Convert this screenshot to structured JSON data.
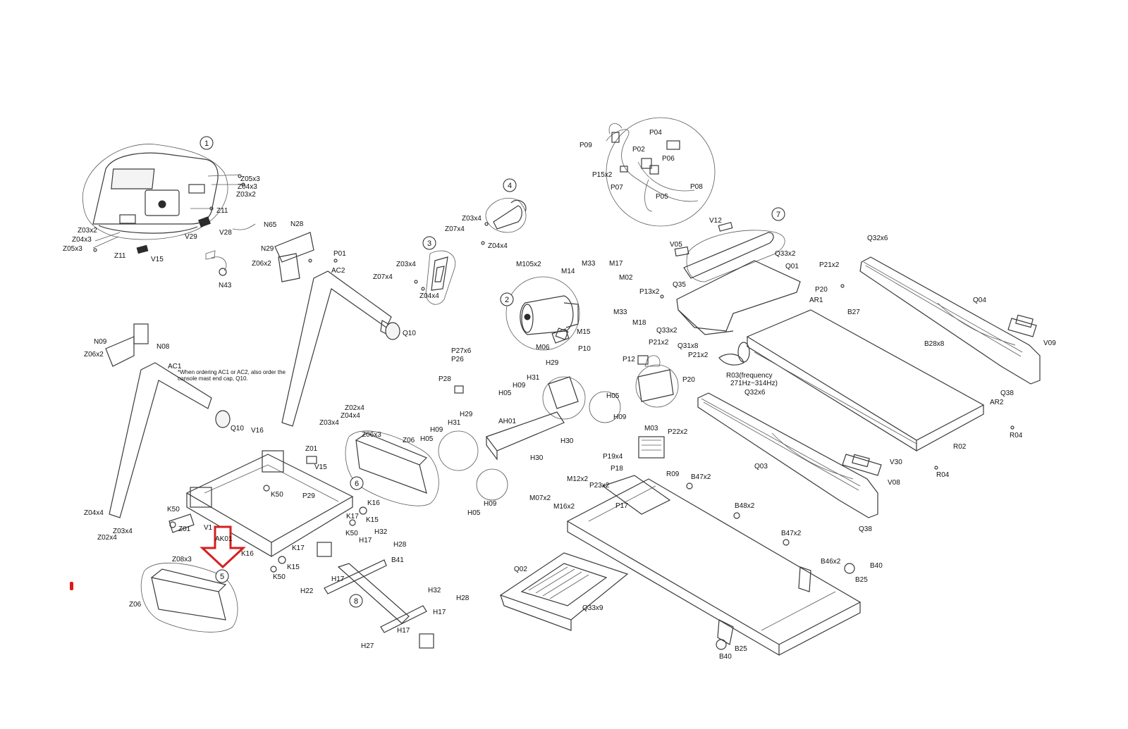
{
  "callouts": [
    {
      "id": "1",
      "text": "1"
    },
    {
      "id": "2",
      "text": "2"
    },
    {
      "id": "3",
      "text": "3"
    },
    {
      "id": "4",
      "text": "4"
    },
    {
      "id": "5",
      "text": "5"
    },
    {
      "id": "6",
      "text": "6"
    },
    {
      "id": "7",
      "text": "7"
    },
    {
      "id": "8",
      "text": "8"
    }
  ],
  "labels": {
    "Z05x3_a": "Z05x3",
    "Z04x3_a": "Z04x3",
    "Z03x2_a": "Z03x2",
    "Z11_a": "Z11",
    "N65": "N65",
    "V28": "V28",
    "V29": "V29",
    "Z03x2_b": "Z03x2",
    "Z04x3_b": "Z04x3",
    "Z05x3_b": "Z05x3",
    "Z11_b": "Z11",
    "V15_a": "V15",
    "N43": "N43",
    "N28": "N28",
    "N29": "N29",
    "Z06x2_a": "Z06x2",
    "P01": "P01",
    "AC2": "AC2",
    "Q10_a": "Q10",
    "N09": "N09",
    "N08": "N08",
    "Z06x2_b": "Z06x2",
    "AC1": "AC1",
    "note1": "*When ordering AC1 or AC2, also order the",
    "note2": "console mast end cap, Q10.",
    "Q10_b": "Q10",
    "V16": "V16",
    "Z02x4_a": "Z02x4",
    "Z04x4_a": "Z04x4",
    "Z03x4_a": "Z03x4",
    "Z01_a": "Z01",
    "V15_b": "V15",
    "K50_a": "K50",
    "P29": "P29",
    "K16_a": "K16",
    "K17_a": "K17",
    "K15_a": "K15",
    "K50_b": "K50",
    "Z04x4_b": "Z04x4",
    "Z03x4_b": "Z03x4",
    "Z02x4_b": "Z02x4",
    "Z01_b": "Z01",
    "V1": "V1",
    "AK01": "AK01",
    "K17_b": "K17",
    "K16_b": "K16",
    "K15_b": "K15",
    "K50_c": "K50",
    "Z08x3": "Z08x3",
    "Z06": "Z06",
    "Z06x3": "Z06x3",
    "Z06_b": "Z06",
    "Z03x4_c": "Z03x4",
    "Z07x4_a": "Z07x4",
    "Z04x4_c": "Z04x4",
    "Z03x4_d": "Z03x4",
    "Z07x4_b": "Z07x4",
    "Z04x4_d": "Z04x4",
    "M105x2": "M105x2",
    "M33_a": "M33",
    "M17": "M17",
    "M14": "M14",
    "M02": "M02",
    "M33_b": "M33",
    "M18": "M18",
    "M15": "M15",
    "M06": "M06",
    "P13x2": "P13x2",
    "P10": "P10",
    "P12": "P12",
    "P21x2_a": "P21x2",
    "P27x6": "P27x6",
    "P26": "P26",
    "P28": "P28",
    "P09": "P09",
    "P04": "P04",
    "P02": "P02",
    "P06": "P06",
    "P15x2": "P15x2",
    "P07": "P07",
    "P05": "P05",
    "P08": "P08",
    "V12": "V12",
    "V05": "V05",
    "Q35": "Q35",
    "Q33x2_a": "Q33x2",
    "Q01": "Q01",
    "Q33x2_b": "Q33x2",
    "Q31x8": "Q31x8",
    "P21x2_b": "P21x2",
    "P20_a": "P20",
    "P21x2_c": "P21x2",
    "P20_b": "P20",
    "AR1": "AR1",
    "B27": "B27",
    "Q32x6_a": "Q32x6",
    "Q04": "Q04",
    "V09": "V09",
    "B28x8": "B28x8",
    "R03a": "R03(frequency",
    "R03b": "271Hz~314Hz)",
    "Q32x6_b": "Q32x6",
    "Q38_a": "Q38",
    "AR2": "AR2",
    "R04_a": "R04",
    "R02": "R02",
    "R04_b": "R04",
    "V30": "V30",
    "V08": "V08",
    "Q03": "Q03",
    "Q38_b": "Q38",
    "H29_a": "H29",
    "H31_a": "H31",
    "H09_a": "H09",
    "H05_a": "H05",
    "H05_b": "H05",
    "H09_b": "H09",
    "H29_b": "H29",
    "H31_b": "H31",
    "AH01": "AH01",
    "H09_c": "H09",
    "H05_c": "H05",
    "H30_a": "H30",
    "H30_b": "H30",
    "H09_d": "H09",
    "H05_d": "H05",
    "M03": "M03",
    "P22x2": "P22x2",
    "P19x4": "P19x4",
    "P18": "P18",
    "R09": "R09",
    "M12x2": "M12x2",
    "P23x2": "P23x2",
    "M07x2": "M07x2",
    "M16x2": "M16x2",
    "P17": "P17",
    "B47x2_a": "B47x2",
    "B48x2": "B48x2",
    "B47x2_b": "B47x2",
    "B46x2": "B46x2",
    "B40_a": "B40",
    "B25_a": "B25",
    "Q02": "Q02",
    "Q33x9": "Q33x9",
    "B40_b": "B40",
    "B25_b": "B25",
    "H32_a": "H32",
    "H17_a": "H17",
    "H28_a": "H28",
    "B41": "B41",
    "H17_b": "H17",
    "H22": "H22",
    "H32_b": "H32",
    "H17_c": "H17",
    "H28_b": "H28",
    "H17_d": "H17",
    "H27": "H27"
  },
  "colors": {
    "line": "#3a3a3a",
    "arrow": "#d42020",
    "marker": "#e01818"
  }
}
